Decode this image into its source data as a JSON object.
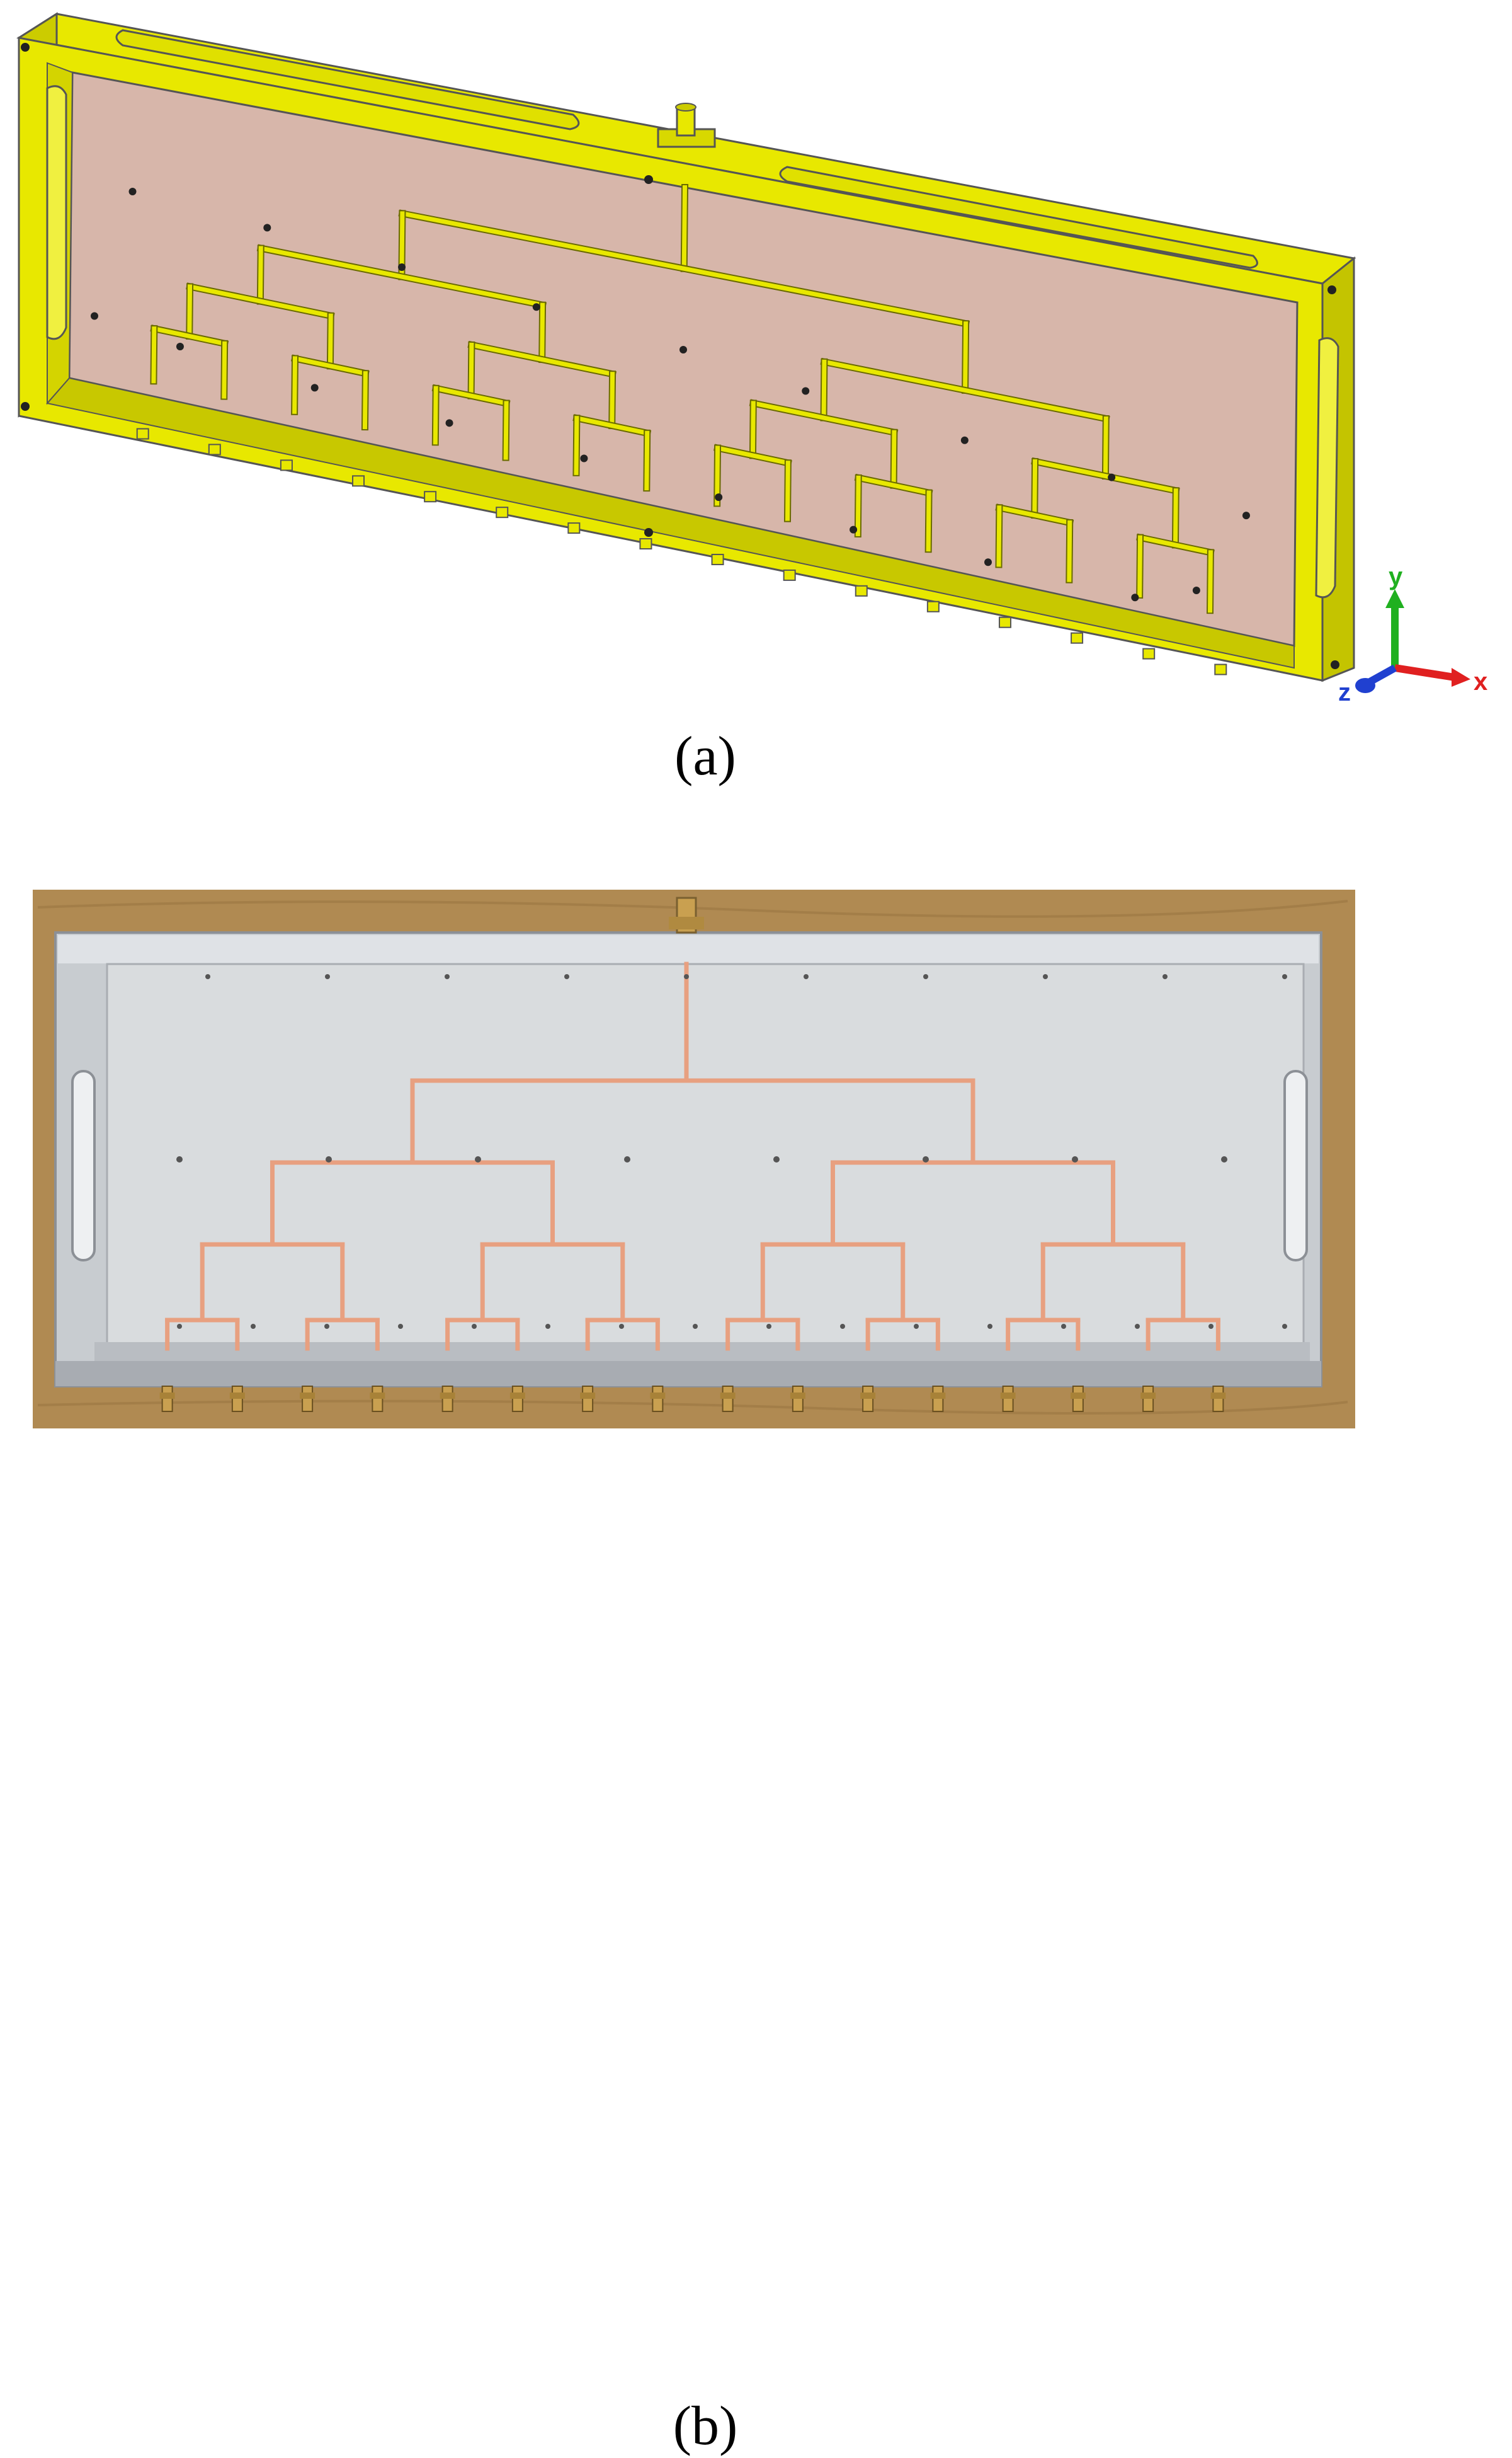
{
  "figure": {
    "panels": [
      {
        "id": "a",
        "caption": "(a)",
        "kind": "cad-model"
      },
      {
        "id": "b",
        "caption": "(b)",
        "kind": "photograph"
      }
    ]
  },
  "axes_triad": {
    "x_label": "x",
    "y_label": "y",
    "z_label": "z"
  },
  "colors": {
    "housing_yellow": "#e8e800",
    "housing_shadow": "#a8a800",
    "substrate": "#d7b6aa",
    "trace_yellow": "#e8e800",
    "photo_background": "#b08a52",
    "photo_frame": "#c8ccd0",
    "photo_inner": "#d8dcde",
    "copper_trace": "#e8a080",
    "brass_connector": "#c9a050",
    "axis_x": "#e02020",
    "axis_y": "#20b020",
    "axis_z": "#2040d0"
  },
  "network": {
    "type": "1-to-16 corporate feed",
    "stages": 4,
    "outputs": 16
  }
}
